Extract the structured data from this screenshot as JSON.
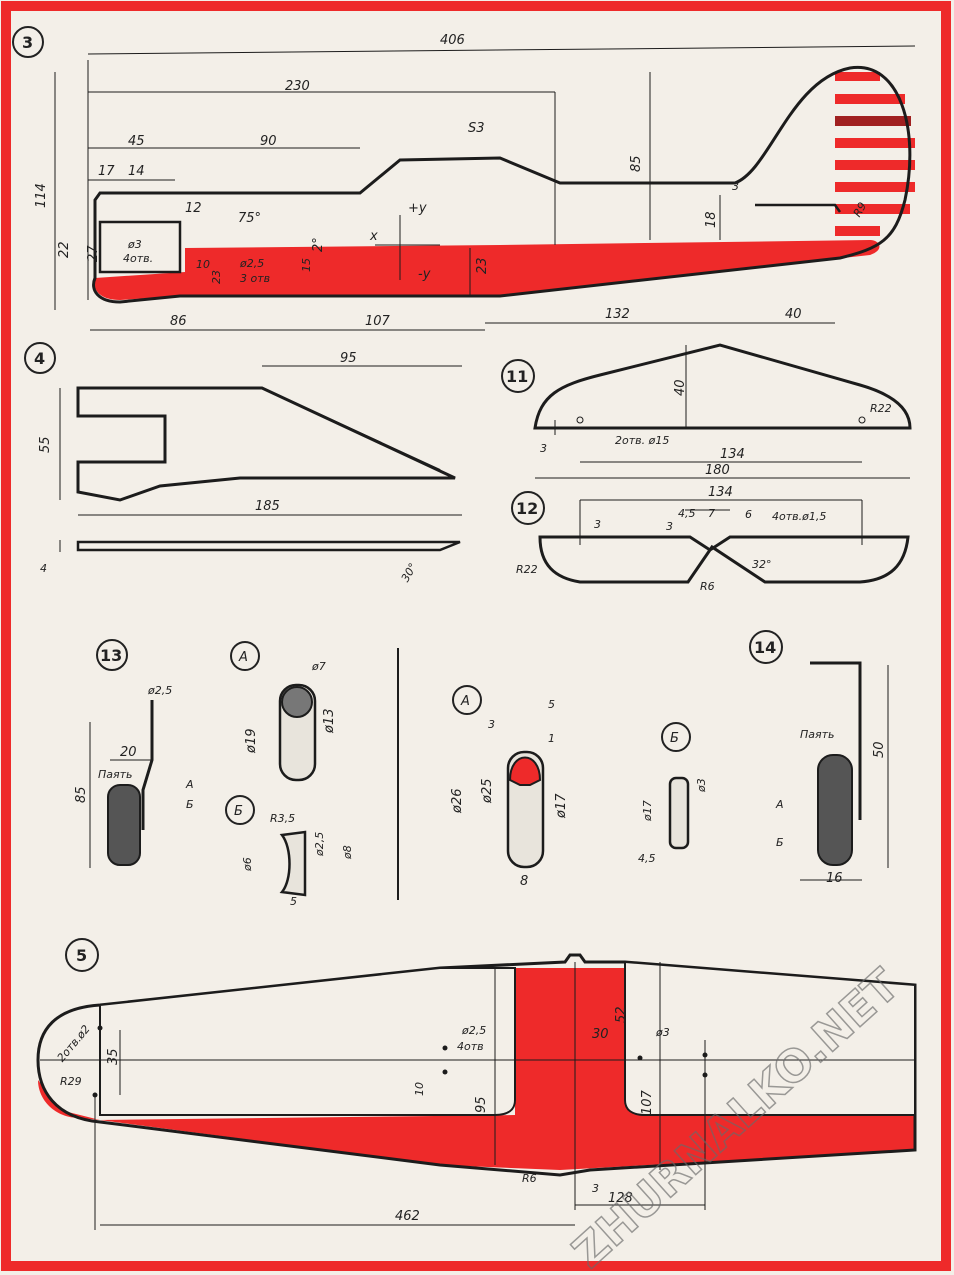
{
  "colors": {
    "accent": "#ee2a2a",
    "ink": "#1c1c1c",
    "paper": "#f3efe8"
  },
  "watermark": "ZHURNALKO.NET",
  "fig3": {
    "number": "3",
    "d406": "406",
    "d230": "230",
    "d45": "45",
    "d90": "90",
    "s3": "S3",
    "d85": "85",
    "d114": "114",
    "d17": "17",
    "d14": "14",
    "d12": "12",
    "a75": "75°",
    "py": "+y",
    "x": "x",
    "my": "-y",
    "a2": "2°",
    "d15": "15",
    "d22": "22",
    "d27": "27",
    "phi3": "ø3",
    "holes4": "4отв.",
    "d10": "10",
    "d23a": "23",
    "phi25": "ø2,5",
    "holes3": "3 отв",
    "d23b": "23",
    "d3": "3",
    "d18": "18",
    "r9": "R9",
    "d86": "86",
    "d107": "107",
    "d132": "132",
    "d40": "40"
  },
  "fig4": {
    "number": "4",
    "d95": "95",
    "d55": "55",
    "d185": "185",
    "d4": "4",
    "a30": "30°"
  },
  "fig11": {
    "number": "11",
    "d40": "40",
    "r22": "R22",
    "d3": "3",
    "holes": "2отв. ø15",
    "d134": "134",
    "d180": "180"
  },
  "fig12": {
    "number": "12",
    "d134": "134",
    "d3a": "3",
    "d3b": "3",
    "d45": "4,5",
    "d7": "7",
    "d6": "6",
    "holes": "4отв.ø1,5",
    "a32": "32°",
    "r22": "R22",
    "r6": "R6"
  },
  "fig13": {
    "number": "13",
    "phi25": "ø2,5",
    "d20": "20",
    "solder": "Паять",
    "d85": "85",
    "a": "А",
    "b": "Б"
  },
  "detA1": {
    "label": "А",
    "phi7": "ø7",
    "phi19": "ø19",
    "phi13": "ø13"
  },
  "detB1": {
    "label": "Б",
    "r35": "R3,5",
    "phi6": "ø6",
    "phi25": "ø2,5",
    "phi8": "ø8",
    "d5": "5"
  },
  "detA2": {
    "label": "А",
    "d5": "5",
    "d3": "3",
    "d1": "1",
    "phi26": "ø26",
    "phi25": "ø25",
    "phi17": "ø17",
    "d8": "8"
  },
  "detB2": {
    "label": "Б",
    "phi3": "ø3",
    "phi17": "ø17",
    "d45": "4,5"
  },
  "fig14": {
    "number": "14",
    "solder": "Паять",
    "d50": "50",
    "a": "А",
    "b": "Б",
    "d16": "16"
  },
  "fig5": {
    "number": "5",
    "holes2": "2отв.ø2",
    "d35": "35",
    "r29": "R29",
    "phi25": "ø2,5",
    "holes4": "4отв",
    "d10": "10",
    "d95": "95",
    "d30": "30",
    "d52": "52",
    "phi3": "ø3",
    "d107": "107",
    "r6": "R6",
    "d3": "3",
    "d128": "128",
    "d462": "462"
  }
}
